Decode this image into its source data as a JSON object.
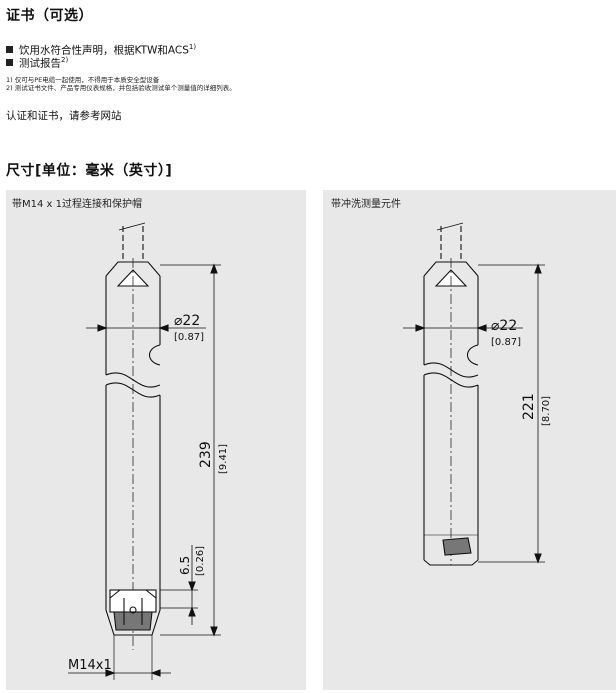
{
  "certificates": {
    "heading": "证书（可选）",
    "items": [
      {
        "text": "饮用水符合性声明，根据KTW和ACS",
        "sup": "1)"
      },
      {
        "text": "测试报告",
        "sup": "2)"
      }
    ],
    "footnotes": [
      {
        "num": "1)",
        "text": "仅可与PE电缆一起使用，不得用于本质安全型设备"
      },
      {
        "num": "2)",
        "text": "测试证书文件、产品专用仪表规格，并包括验收测试单个测量值的详细列表。"
      }
    ],
    "note": "认证和证书，请参考网站"
  },
  "dimensions": {
    "heading": "尺寸[单位：毫米（英寸）]",
    "panel_left": {
      "title": "带M14 x 1过程连接和保护帽",
      "diameter": "⌀22",
      "diameter_in": "[0.87]",
      "length": "239",
      "length_in": "[9.41]",
      "cap": "6.5",
      "cap_in": "[0.26]",
      "thread": "M14x1"
    },
    "panel_right": {
      "title": "带冲洗测量元件",
      "diameter": "⌀22",
      "diameter_in": "[0.87]",
      "length": "221",
      "length_in": "[8.70]"
    }
  }
}
